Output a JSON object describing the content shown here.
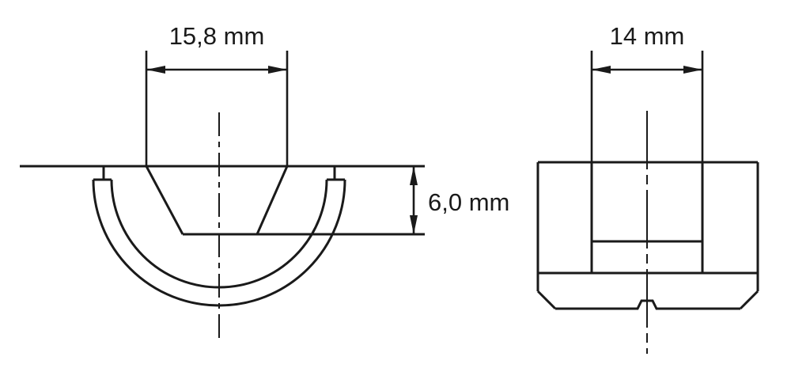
{
  "drawing": {
    "left_view": {
      "width_dimension": "15,8 mm",
      "depth_dimension": "6,0 mm"
    },
    "right_view": {
      "width_dimension": "14 mm"
    }
  }
}
